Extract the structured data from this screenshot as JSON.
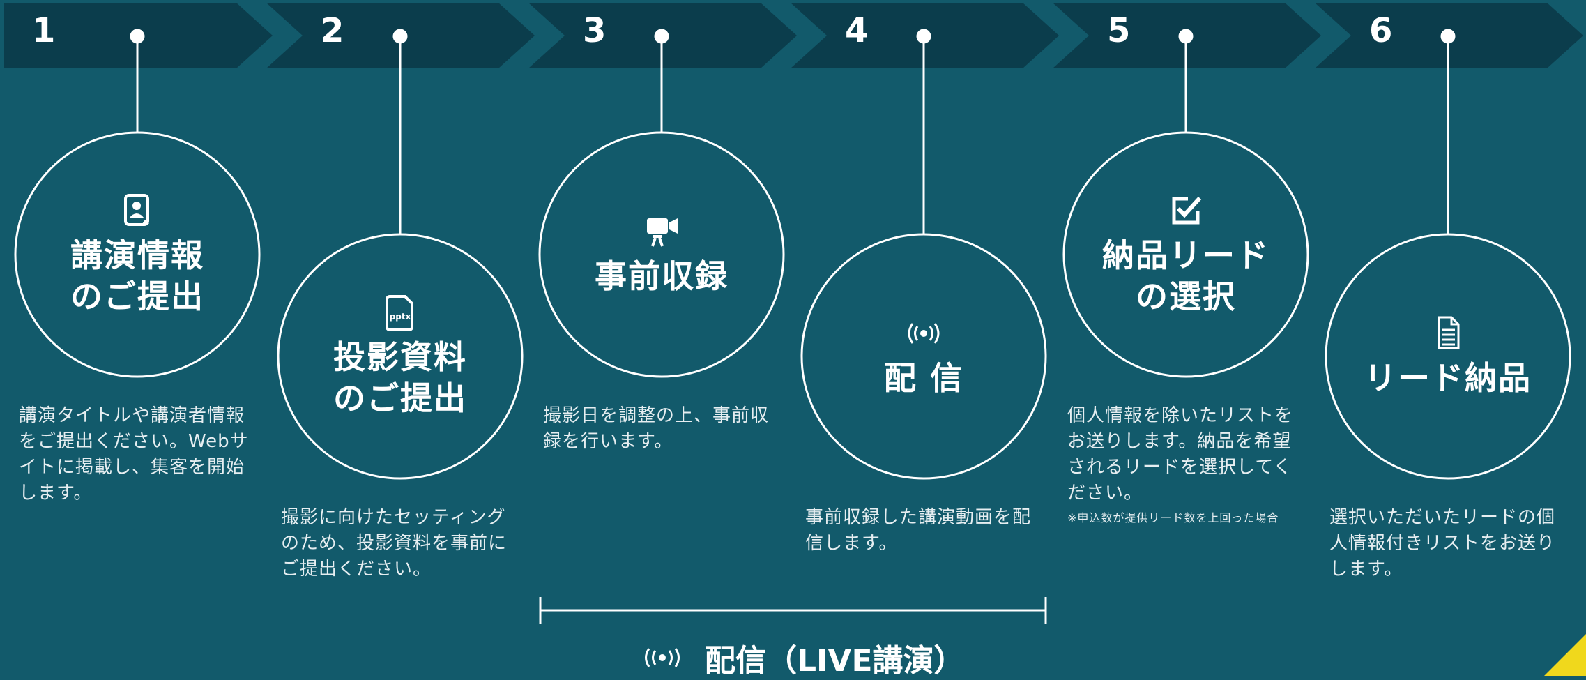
{
  "colors": {
    "background": "#125a6b",
    "chevron": "#0b3d4c",
    "line": "#ffffff",
    "accent": "#f0d81c"
  },
  "steps": [
    {
      "number": "1",
      "title": "講演情報\nのご提出",
      "icon": "profile-document-icon",
      "desc": "講演タイトルや講演者情報をご提出ください。Webサイトに掲載し、集客を開始します。"
    },
    {
      "number": "2",
      "title": "投影資料\nのご提出",
      "icon": "pptx-file-icon",
      "icon_text": "pptx",
      "desc": "撮影に向けたセッティングのため、投影資料を事前にご提出ください。"
    },
    {
      "number": "3",
      "title": "事前収録",
      "icon": "video-camera-icon",
      "desc": "撮影日を調整の上、事前収録を行います。"
    },
    {
      "number": "4",
      "title": "配 信",
      "icon": "broadcast-icon",
      "desc": "事前収録した講演動画を配信します。"
    },
    {
      "number": "5",
      "title": "納品リード\nの選択",
      "icon": "checkbox-icon",
      "desc": "個人情報を除いたリストをお送りします。納品を希望されるリードを選択してください。",
      "note": "※申込数が提供リード数を上回った場合"
    },
    {
      "number": "6",
      "title": "リード納品",
      "icon": "document-list-icon",
      "desc": "選択いただいたリードの個人情報付きリストをお送りします。"
    }
  ],
  "live": {
    "label": "配信（LIVE講演）",
    "icon": "broadcast-icon"
  }
}
